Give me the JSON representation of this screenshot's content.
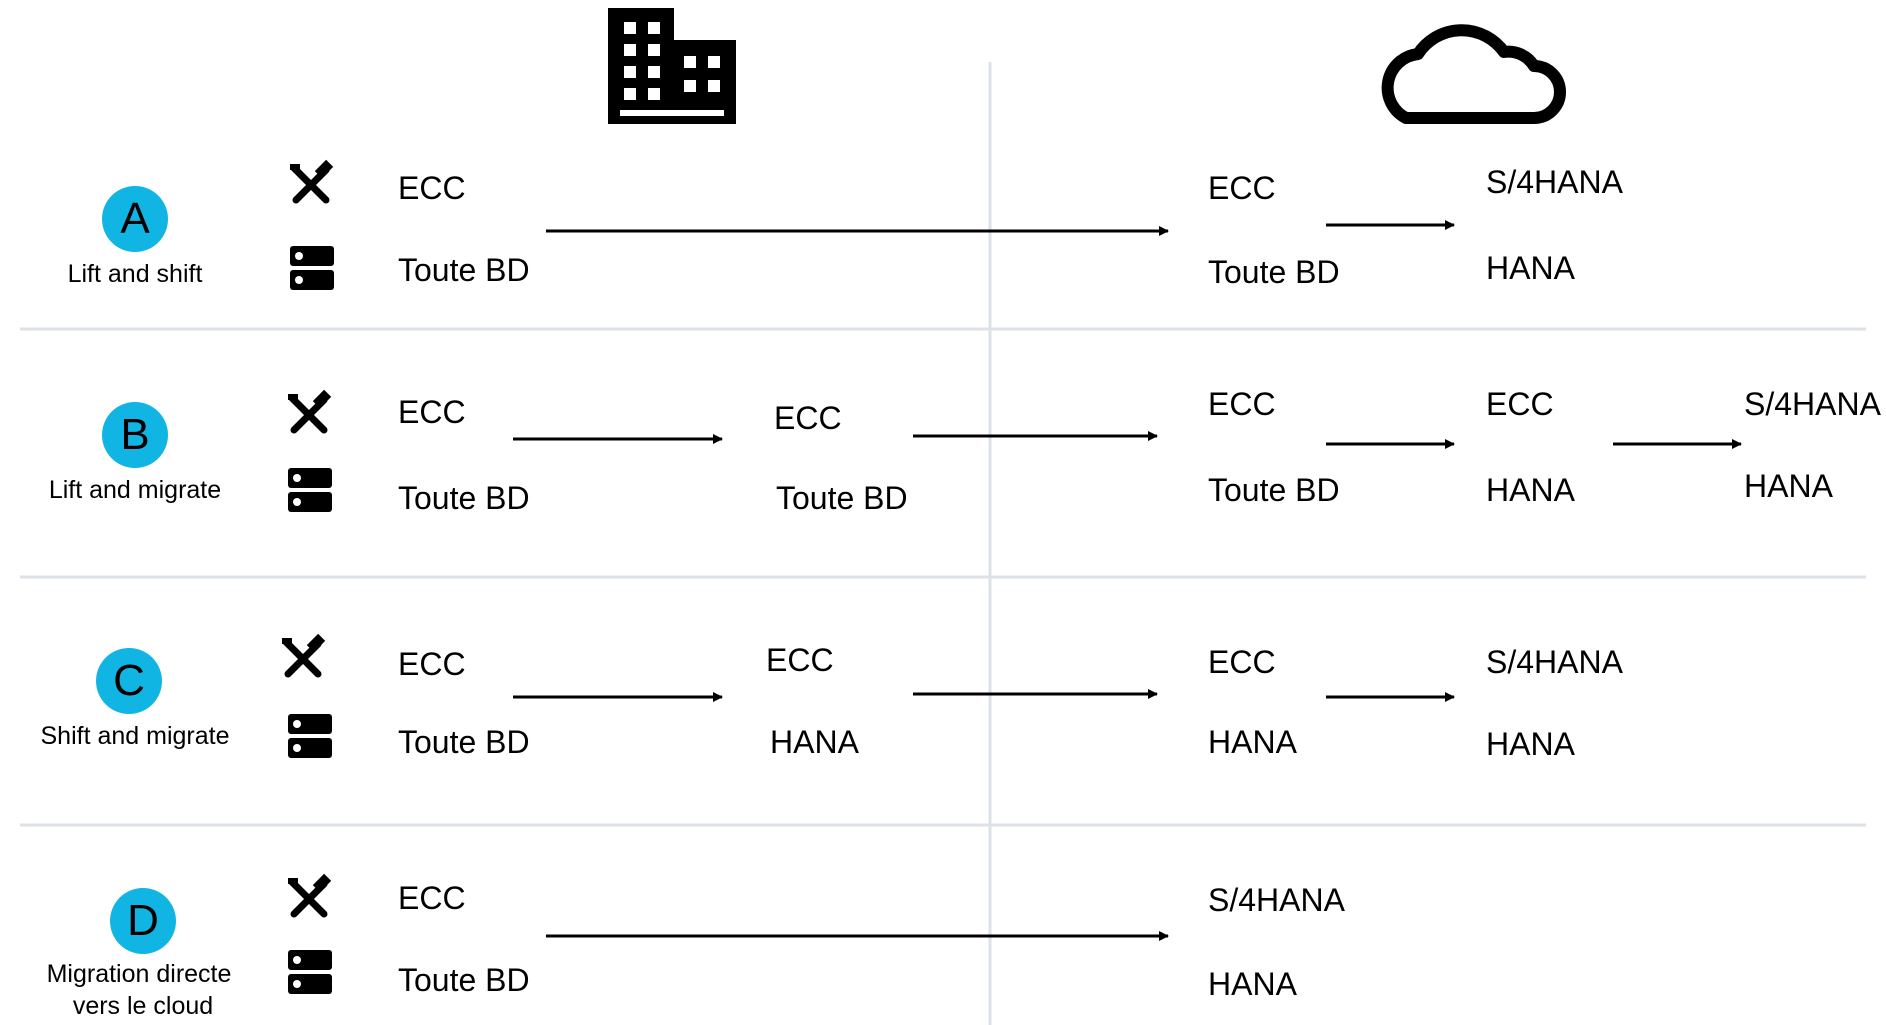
{
  "colors": {
    "badge": "#11b5e4",
    "divider": "#dde1e8",
    "ink": "#000000"
  },
  "icons": {
    "on_premise": "building-icon",
    "cloud": "cloud-icon",
    "application": "tools-icon",
    "database": "database-server-icon"
  },
  "rows": [
    {
      "letter": "A",
      "name": "Lift and shift",
      "source": {
        "app": "ECC",
        "db": "Toute BD"
      },
      "cloud_steps": [
        {
          "app": "ECC",
          "db": "Toute BD"
        },
        {
          "app": "S/4HANA",
          "db": "HANA"
        }
      ]
    },
    {
      "letter": "B",
      "name": "Lift and migrate",
      "source": {
        "app": "ECC",
        "db": "Toute BD"
      },
      "onprem_step": {
        "app": "ECC",
        "db": "Toute BD"
      },
      "cloud_steps": [
        {
          "app": "ECC",
          "db": "Toute BD"
        },
        {
          "app": "ECC",
          "db": "HANA"
        },
        {
          "app": "S/4HANA",
          "db": "HANA"
        }
      ]
    },
    {
      "letter": "C",
      "name": "Shift and migrate",
      "source": {
        "app": "ECC",
        "db": "Toute BD"
      },
      "onprem_step": {
        "app": "ECC",
        "db": "HANA"
      },
      "cloud_steps": [
        {
          "app": "ECC",
          "db": "HANA"
        },
        {
          "app": "S/4HANA",
          "db": "HANA"
        }
      ]
    },
    {
      "letter": "D",
      "name_line1": "Migration directe",
      "name_line2": "vers le cloud",
      "source": {
        "app": "ECC",
        "db": "Toute BD"
      },
      "cloud_steps": [
        {
          "app": "S/4HANA",
          "db": "HANA"
        }
      ]
    }
  ]
}
